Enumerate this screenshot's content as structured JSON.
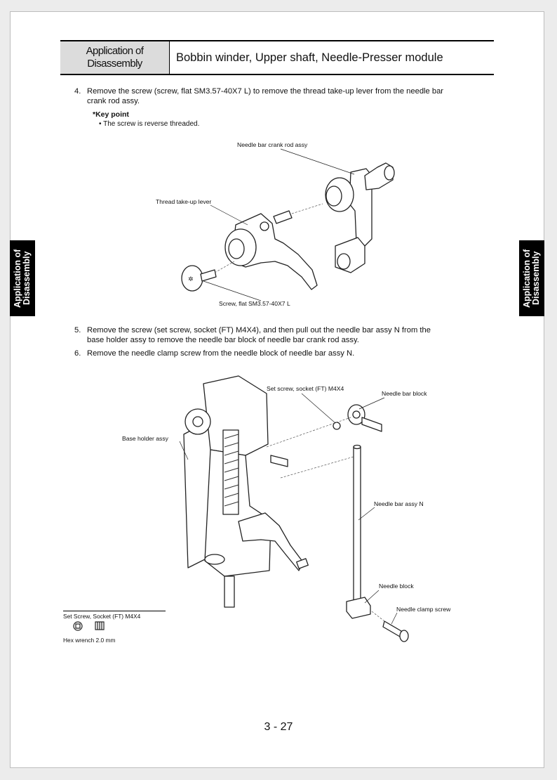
{
  "header": {
    "section_line1": "Application of",
    "section_line2": "Disassembly",
    "title": "Bobbin winder, Upper shaft, Needle-Presser module"
  },
  "side_tab": {
    "line1": "Application of",
    "line2": "Disassembly"
  },
  "steps": [
    {
      "num": "4.",
      "line1": "Remove the screw (screw, flat SM3.57-40X7 L) to remove the thread take-up lever from the needle bar",
      "line2": "crank rod assy."
    },
    {
      "num": "5.",
      "line1": "Remove the screw (set screw, socket (FT) M4X4), and then pull out the needle bar assy N from the",
      "line2": "base holder assy to remove the needle bar block of needle bar crank rod assy."
    },
    {
      "num": "6.",
      "line1": "Remove the needle clamp screw from the needle block of needle bar assy N.",
      "line2": ""
    }
  ],
  "key_point": {
    "title": "*Key point",
    "bullet": "•  The screw is reverse threaded."
  },
  "figure1": {
    "label_crank": "Needle bar crank rod assy",
    "label_lever": "Thread take-up lever",
    "label_screw": "Screw, flat SM3.57-40X7 L"
  },
  "figure2": {
    "label_setscrew": "Set screw, socket (FT) M4X4",
    "label_block": "Needle bar block",
    "label_base": "Base holder assy",
    "label_bar": "Needle bar assy N",
    "label_needle_block": "Needle block",
    "label_clamp": "Needle clamp screw"
  },
  "tool": {
    "title": "Set Screw, Socket (FT) M4X4",
    "sub": "Hex wrench 2.0 mm"
  },
  "page_number": "3 - 27"
}
